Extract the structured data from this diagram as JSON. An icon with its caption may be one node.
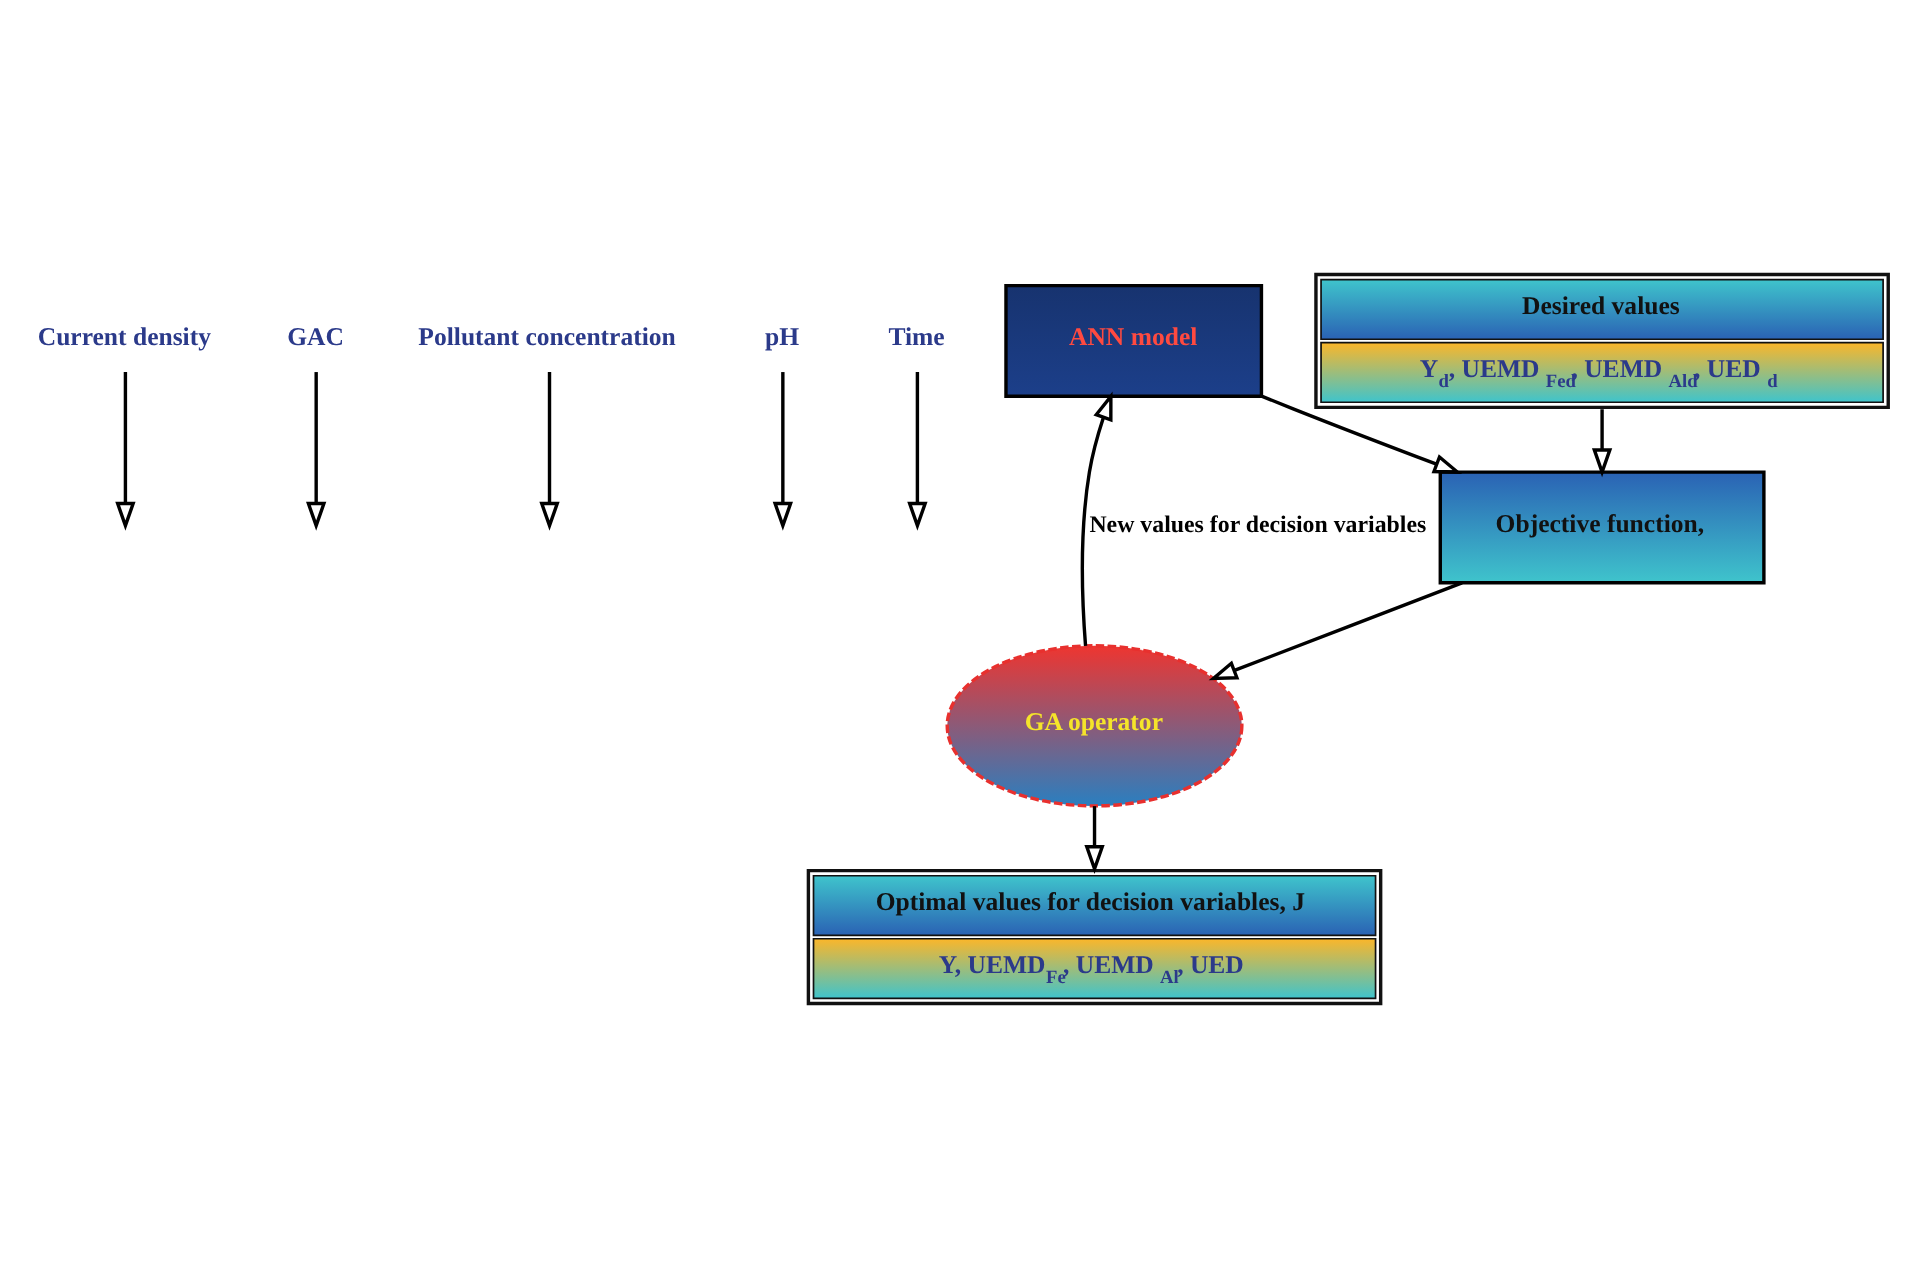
{
  "diagram": {
    "nodes": [
      {
        "text": [
          "Current density"
        ]
      },
      {
        "text": [
          "GAC"
        ]
      },
      {
        "text": [
          "Pollutant concentration"
        ]
      },
      {
        "text": [
          "pH"
        ]
      },
      {
        "text": [
          "Time"
        ]
      },
      {
        "text": [
          "ANN model"
        ]
      },
      {
        "text": [
          "Desired values",
          "Y$_{d}$, UEMD$_{Fed}$, UEMD$_{Ald}$, UED$_{d}$"
        ]
      },
      {
        "text": [
          "Objective function,"
        ]
      },
      {
        "text": [
          "GA operator"
        ]
      },
      {
        "text": [
          "Optimal values for decision variables, J",
          "Y, UEMD$_{Fe}$, UEMD$_{Al}$, UED"
        ]
      }
    ],
    "edges": [
      {
        "from": 0,
        "to": null,
        "arrow": "to"
      },
      {
        "from": 1,
        "to": null,
        "arrow": "to"
      },
      {
        "from": 2,
        "to": null,
        "arrow": "to"
      },
      {
        "from": 3,
        "to": null,
        "arrow": "to"
      },
      {
        "from": 4,
        "to": null,
        "arrow": "to"
      },
      {
        "from": 5,
        "to": 7,
        "arrow": "to"
      },
      {
        "from": 6,
        "to": 7,
        "arrow": "to"
      },
      {
        "from": 7,
        "to": 8,
        "arrow": "to"
      },
      {
        "from": 8,
        "to": 5,
        "arrow": "to",
        "label": "New values for decision variables"
      },
      {
        "from": 8,
        "to": 9,
        "arrow": "to"
      }
    ]
  }
}
